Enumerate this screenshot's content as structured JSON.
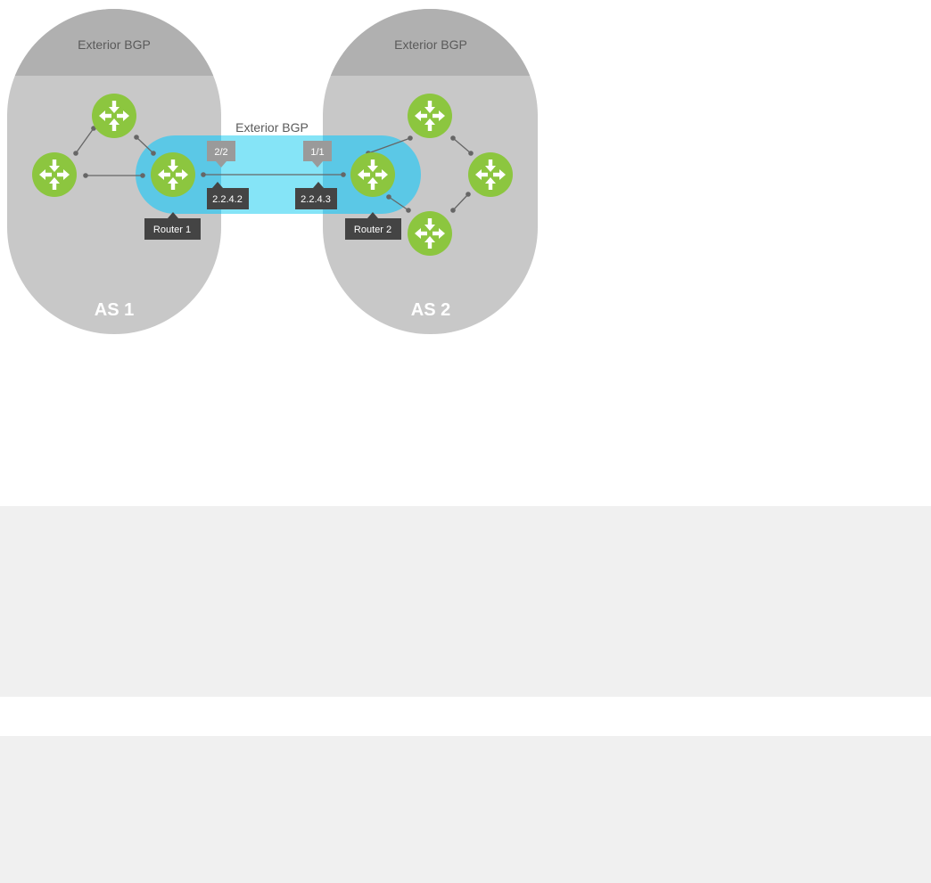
{
  "diagram": {
    "as1": {
      "header": "Exterior BGP",
      "label": "AS 1"
    },
    "as2": {
      "header": "Exterior BGP",
      "label": "AS 2"
    },
    "link": {
      "label": "Exterior BGP",
      "port_router1": "2/2",
      "port_router2": "1/1",
      "ip_router1": "2.2.4.2",
      "ip_router2": "2.2.4.3"
    },
    "router1": {
      "label": "Router 1"
    },
    "router2": {
      "label": "Router 2"
    }
  },
  "colors": {
    "as_region": "#c8c8c8",
    "as_header": "#b0b0b0",
    "ebgp_link": "#5bc8e6",
    "router": "#8cc63f",
    "callout_dark": "#444444",
    "callout_grey": "#9a9a9a",
    "code_bg": "#f0f0f0"
  },
  "code_blocks": [
    {
      "content": ""
    },
    {
      "content": ""
    }
  ]
}
